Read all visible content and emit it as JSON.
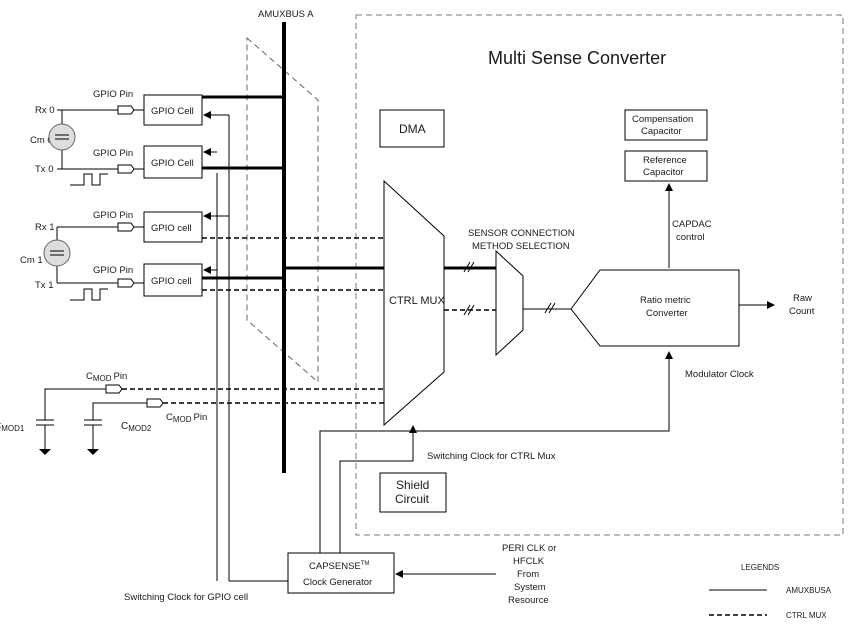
{
  "bus_label": "AMUXBUS A",
  "converter_title": "Multi Sense Converter",
  "blocks": {
    "dma": "DMA",
    "compensation_line1": "Compensation",
    "compensation_line2": "Capacitor",
    "reference_line1": "Reference",
    "reference_line2": "Capacitor",
    "capdac_line1": "CAPDAC",
    "capdac_line2": "control",
    "sensor_sel_line1": "SENSOR CONNECTION",
    "sensor_sel_line2": "METHOD SELECTION",
    "ctrl_mux": "CTRL MUX",
    "ratio_line1": "Ratio metric",
    "ratio_line2": "Converter",
    "raw_line1": "Raw",
    "raw_line2": "Count",
    "modulator_clock": "Modulator Clock",
    "switching_ctrl": "Switching Clock for CTRL Mux",
    "shield_line1": "Shield",
    "shield_line2": "Circuit",
    "clkgen_line1": "CAPSENSE",
    "clkgen_tm": "TM",
    "clkgen_line2": "Clock Generator",
    "switching_gpio": "Switching Clock for GPIO cell",
    "peri_line1": "PERI CLK or",
    "peri_line2": "HFCLK",
    "peri_line3": "From",
    "peri_line4": "System",
    "peri_line5": "Resource"
  },
  "gpio": {
    "pin_label": "GPIO Pin",
    "cell_upper": "GPIO Cell",
    "cell_lower": "GPIO cell",
    "rx0": "Rx 0",
    "cm0": "Cm 0",
    "tx0": "Tx 0",
    "rx1": "Rx 1",
    "cm1": "Cm 1",
    "tx1": "Tx 1"
  },
  "cmod": {
    "c_prefix": "C",
    "mod_sub": "MOD",
    "pin_word": "Pin",
    "cmod1_sub": "MOD1",
    "cmod2_sub": "MOD2"
  },
  "legend": {
    "title": "LEGENDS",
    "solid": "AMUXBUSA",
    "dashed": "CTRL MUX"
  }
}
